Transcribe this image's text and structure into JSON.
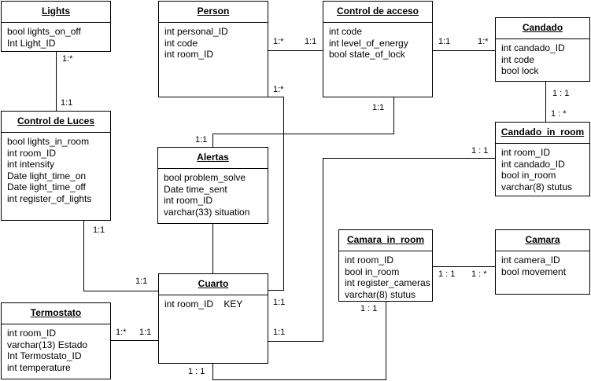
{
  "entities": {
    "lights": {
      "title": "Lights",
      "attrs": [
        "bool lights_on_off",
        "Int Light_ID"
      ]
    },
    "person": {
      "title": "Person",
      "attrs": [
        "int personal_ID",
        "int code",
        "int room_ID"
      ]
    },
    "control_acceso": {
      "title": "Control de acceso",
      "attrs": [
        "int code",
        "int level_of_energy",
        "bool state_of_lock"
      ]
    },
    "candado": {
      "title": "Candado",
      "attrs": [
        "int candado_ID",
        "int code",
        "bool lock"
      ]
    },
    "control_luces": {
      "title": "Control  de Luces",
      "attrs": [
        "bool lights_in_room",
        "int room_ID",
        "int intensity",
        "Date light_time_on",
        "Date light_time_off",
        "int register_of_lights"
      ]
    },
    "alertas": {
      "title": "Alertas",
      "attrs": [
        "bool problem_solve",
        "Date time_sent",
        "int room_ID",
        "varchar(33) situation"
      ]
    },
    "candado_in_room": {
      "title": "Candado_in_room",
      "attrs": [
        "int room_ID",
        "int candado_ID",
        "bool in_room",
        "varchar(8) stutus"
      ]
    },
    "camara_in_room": {
      "title": "Camara_in_room",
      "attrs": [
        "int room_ID",
        "bool in_room",
        "int register_cameras",
        "varchar(8) stutus"
      ]
    },
    "camara": {
      "title": "Camara",
      "attrs": [
        "int camera_ID",
        "bool movement"
      ]
    },
    "cuarto": {
      "title": "Cuarto",
      "attrs": [
        "int room_ID    KEY"
      ]
    },
    "termostato": {
      "title": "Termostato",
      "attrs": [
        "int room_ID",
        "varchar(13) Estado",
        "Int Termostato_ID",
        "int temperature"
      ]
    }
  },
  "cardinality_labels": {
    "lights_top": "1:*",
    "lights_bottom": "1:1",
    "person_left": "1:*",
    "acceso_left": "1:1",
    "acceso_right": "1:1",
    "candado_left": "1:*",
    "candado_bottom": "1 : 1",
    "cir_top": "1 : *",
    "acceso_bottom": "1:1",
    "alertas_top": "1:1",
    "person_bottom": "1:*",
    "cir_left": "1 : 1",
    "luces_bottom": "1:1",
    "cuarto_left": "1:1",
    "cuarto_right_top": "1:1",
    "cuarto_right": "1:1",
    "termo_right": "1:*",
    "cuarto_termo": "1:1",
    "cuarto_bottom": "1 : 1",
    "camin_right": "1 : 1",
    "camara_left": "1 : *",
    "camin_bottom": "1 : 1"
  }
}
